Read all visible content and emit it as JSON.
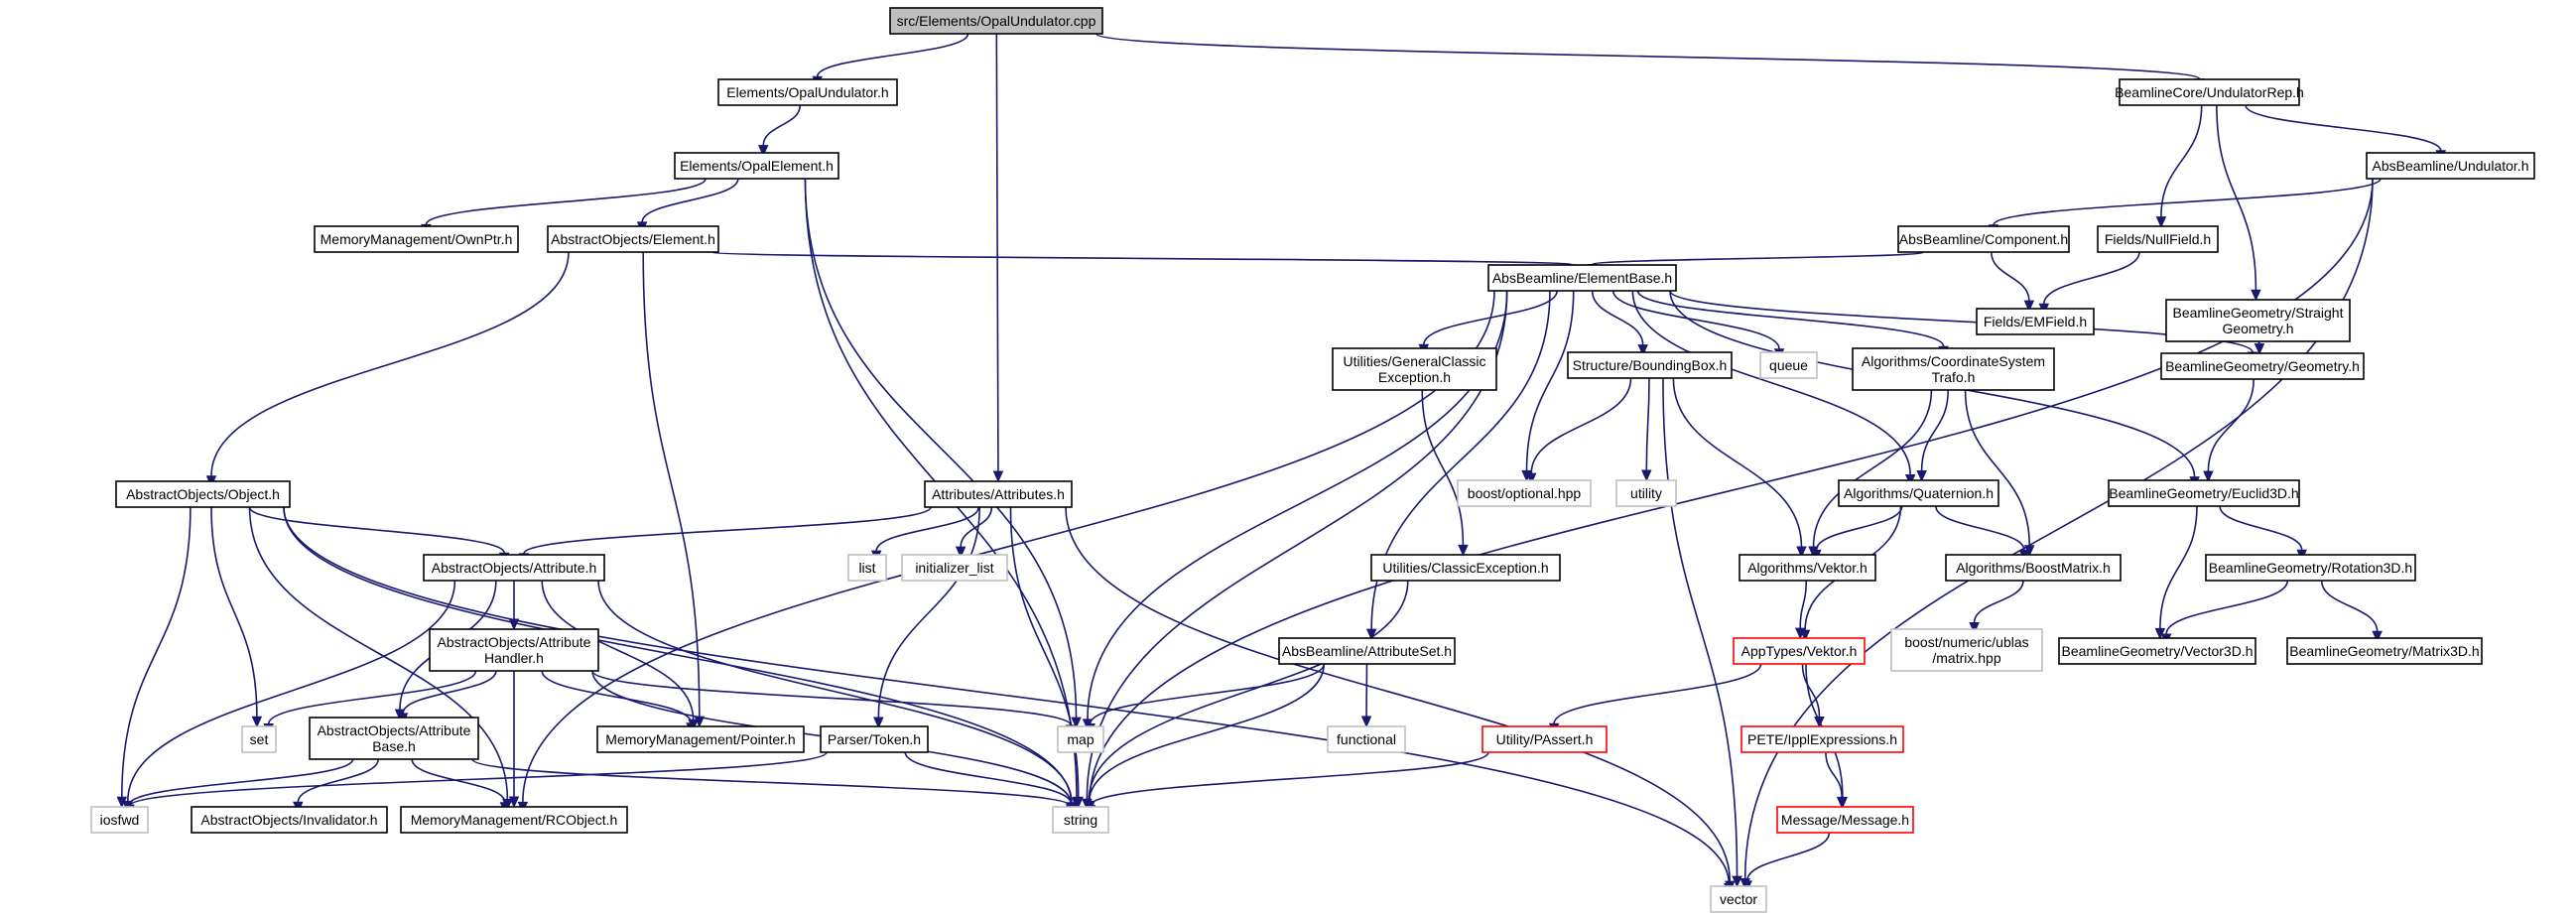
{
  "nodes": [
    {
      "id": "root",
      "lines": [
        "src/Elements/OpalUndulator.cpp"
      ],
      "style": "root"
    },
    {
      "id": "el_opalund",
      "lines": [
        "Elements/OpalUndulator.h"
      ],
      "style": "normal"
    },
    {
      "id": "el_opalelem",
      "lines": [
        "Elements/OpalElement.h"
      ],
      "style": "normal"
    },
    {
      "id": "mm_ownptr",
      "lines": [
        "MemoryManagement/OwnPtr.h"
      ],
      "style": "normal"
    },
    {
      "id": "ao_element",
      "lines": [
        "AbstractObjects/Element.h"
      ],
      "style": "normal"
    },
    {
      "id": "attr_attrs",
      "lines": [
        "Attributes/Attributes.h"
      ],
      "style": "normal"
    },
    {
      "id": "bc_undrep",
      "lines": [
        "BeamlineCore/UndulatorRep.h"
      ],
      "style": "normal"
    },
    {
      "id": "ab_undulator",
      "lines": [
        "AbsBeamline/Undulator.h"
      ],
      "style": "normal"
    },
    {
      "id": "ab_component",
      "lines": [
        "AbsBeamline/Component.h"
      ],
      "style": "normal"
    },
    {
      "id": "f_nullfield",
      "lines": [
        "Fields/NullField.h"
      ],
      "style": "normal"
    },
    {
      "id": "bg_straight",
      "lines": [
        "BeamlineGeometry/Straight",
        "Geometry.h"
      ],
      "style": "normal"
    },
    {
      "id": "f_emfield",
      "lines": [
        "Fields/EMField.h"
      ],
      "style": "normal"
    },
    {
      "id": "ab_elembase",
      "lines": [
        "AbsBeamline/ElementBase.h"
      ],
      "style": "normal"
    },
    {
      "id": "ut_genexc",
      "lines": [
        "Utilities/GeneralClassic",
        "Exception.h"
      ],
      "style": "normal"
    },
    {
      "id": "st_bbox",
      "lines": [
        "Structure/BoundingBox.h"
      ],
      "style": "normal"
    },
    {
      "id": "queue",
      "lines": [
        "queue"
      ],
      "style": "grey"
    },
    {
      "id": "al_cstrafo",
      "lines": [
        "Algorithms/CoordinateSystem",
        "Trafo.h"
      ],
      "style": "normal"
    },
    {
      "id": "bg_geometry",
      "lines": [
        "BeamlineGeometry/Geometry.h"
      ],
      "style": "normal"
    },
    {
      "id": "ao_object",
      "lines": [
        "AbstractObjects/Object.h"
      ],
      "style": "normal"
    },
    {
      "id": "boost_opt",
      "lines": [
        "boost/optional.hpp"
      ],
      "style": "grey"
    },
    {
      "id": "utility",
      "lines": [
        "utility"
      ],
      "style": "grey"
    },
    {
      "id": "al_quat",
      "lines": [
        "Algorithms/Quaternion.h"
      ],
      "style": "normal"
    },
    {
      "id": "bg_euclid",
      "lines": [
        "BeamlineGeometry/Euclid3D.h"
      ],
      "style": "normal"
    },
    {
      "id": "ao_attribute",
      "lines": [
        "AbstractObjects/Attribute.h"
      ],
      "style": "normal"
    },
    {
      "id": "list",
      "lines": [
        "list"
      ],
      "style": "grey"
    },
    {
      "id": "init_list",
      "lines": [
        "initializer_list"
      ],
      "style": "grey"
    },
    {
      "id": "ut_classexc",
      "lines": [
        "Utilities/ClassicException.h"
      ],
      "style": "normal"
    },
    {
      "id": "al_vektor",
      "lines": [
        "Algorithms/Vektor.h"
      ],
      "style": "normal"
    },
    {
      "id": "al_boostmat",
      "lines": [
        "Algorithms/BoostMatrix.h"
      ],
      "style": "normal"
    },
    {
      "id": "bg_rot3d",
      "lines": [
        "BeamlineGeometry/Rotation3D.h"
      ],
      "style": "normal"
    },
    {
      "id": "ao_attrhandler",
      "lines": [
        "AbstractObjects/Attribute",
        "Handler.h"
      ],
      "style": "normal"
    },
    {
      "id": "ab_attrset",
      "lines": [
        "AbsBeamline/AttributeSet.h"
      ],
      "style": "normal"
    },
    {
      "id": "at_vektor",
      "lines": [
        "AppTypes/Vektor.h"
      ],
      "style": "red"
    },
    {
      "id": "boost_numeric",
      "lines": [
        "boost/numeric/ublas",
        "/matrix.hpp"
      ],
      "style": "grey"
    },
    {
      "id": "bg_vec3d",
      "lines": [
        "BeamlineGeometry/Vector3D.h"
      ],
      "style": "normal"
    },
    {
      "id": "bg_mat3d",
      "lines": [
        "BeamlineGeometry/Matrix3D.h"
      ],
      "style": "normal"
    },
    {
      "id": "set",
      "lines": [
        "set"
      ],
      "style": "grey"
    },
    {
      "id": "ao_attrbase",
      "lines": [
        "AbstractObjects/Attribute",
        "Base.h"
      ],
      "style": "normal"
    },
    {
      "id": "mm_pointer",
      "lines": [
        "MemoryManagement/Pointer.h"
      ],
      "style": "normal"
    },
    {
      "id": "pa_token",
      "lines": [
        "Parser/Token.h"
      ],
      "style": "normal"
    },
    {
      "id": "map",
      "lines": [
        "map"
      ],
      "style": "grey"
    },
    {
      "id": "functional",
      "lines": [
        "functional"
      ],
      "style": "grey"
    },
    {
      "id": "uy_passert",
      "lines": [
        "Utility/PAssert.h"
      ],
      "style": "red"
    },
    {
      "id": "pe_ippl",
      "lines": [
        "PETE/IpplExpressions.h"
      ],
      "style": "red"
    },
    {
      "id": "iosfwd",
      "lines": [
        "iosfwd"
      ],
      "style": "grey"
    },
    {
      "id": "ao_invalidator",
      "lines": [
        "AbstractObjects/Invalidator.h"
      ],
      "style": "normal"
    },
    {
      "id": "mm_rcobject",
      "lines": [
        "MemoryManagement/RCObject.h"
      ],
      "style": "normal"
    },
    {
      "id": "string",
      "lines": [
        "string"
      ],
      "style": "grey"
    },
    {
      "id": "msg_message",
      "lines": [
        "Message/Message.h"
      ],
      "style": "red"
    },
    {
      "id": "vector",
      "lines": [
        "vector"
      ],
      "style": "grey"
    }
  ]
}
